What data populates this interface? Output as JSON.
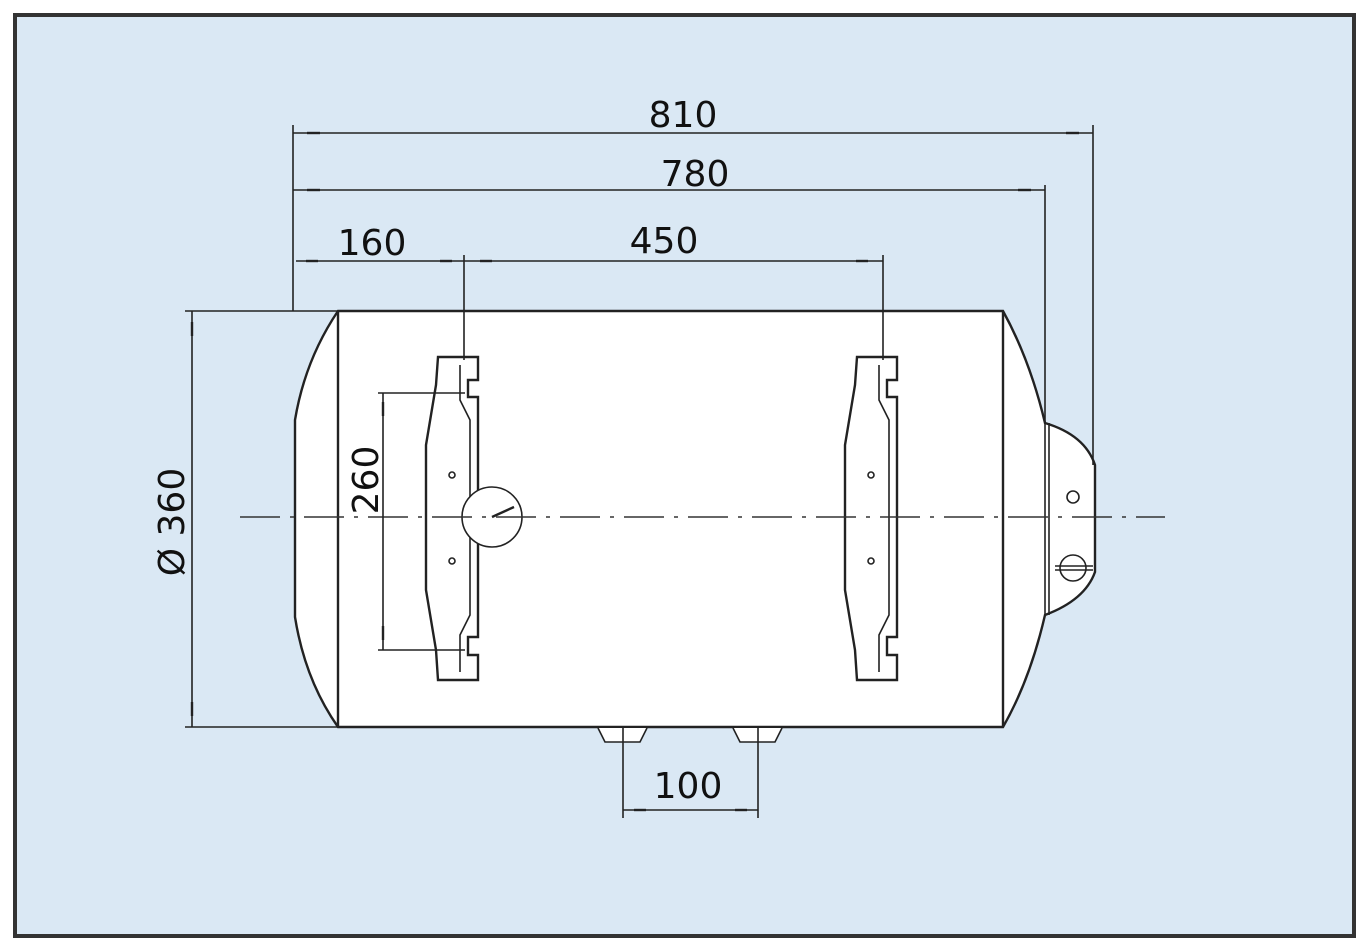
{
  "colors": {
    "background": "#dae8f4",
    "frame": "#333333",
    "tank": "#ffffff",
    "line": "#222222"
  },
  "dimensions": {
    "overall_length": "810",
    "body_length": "780",
    "bracket_offset": "160",
    "bracket_spacing": "450",
    "diameter": "Ø 360",
    "bracket_hole_spacing": "260",
    "pipe_spacing": "100"
  }
}
